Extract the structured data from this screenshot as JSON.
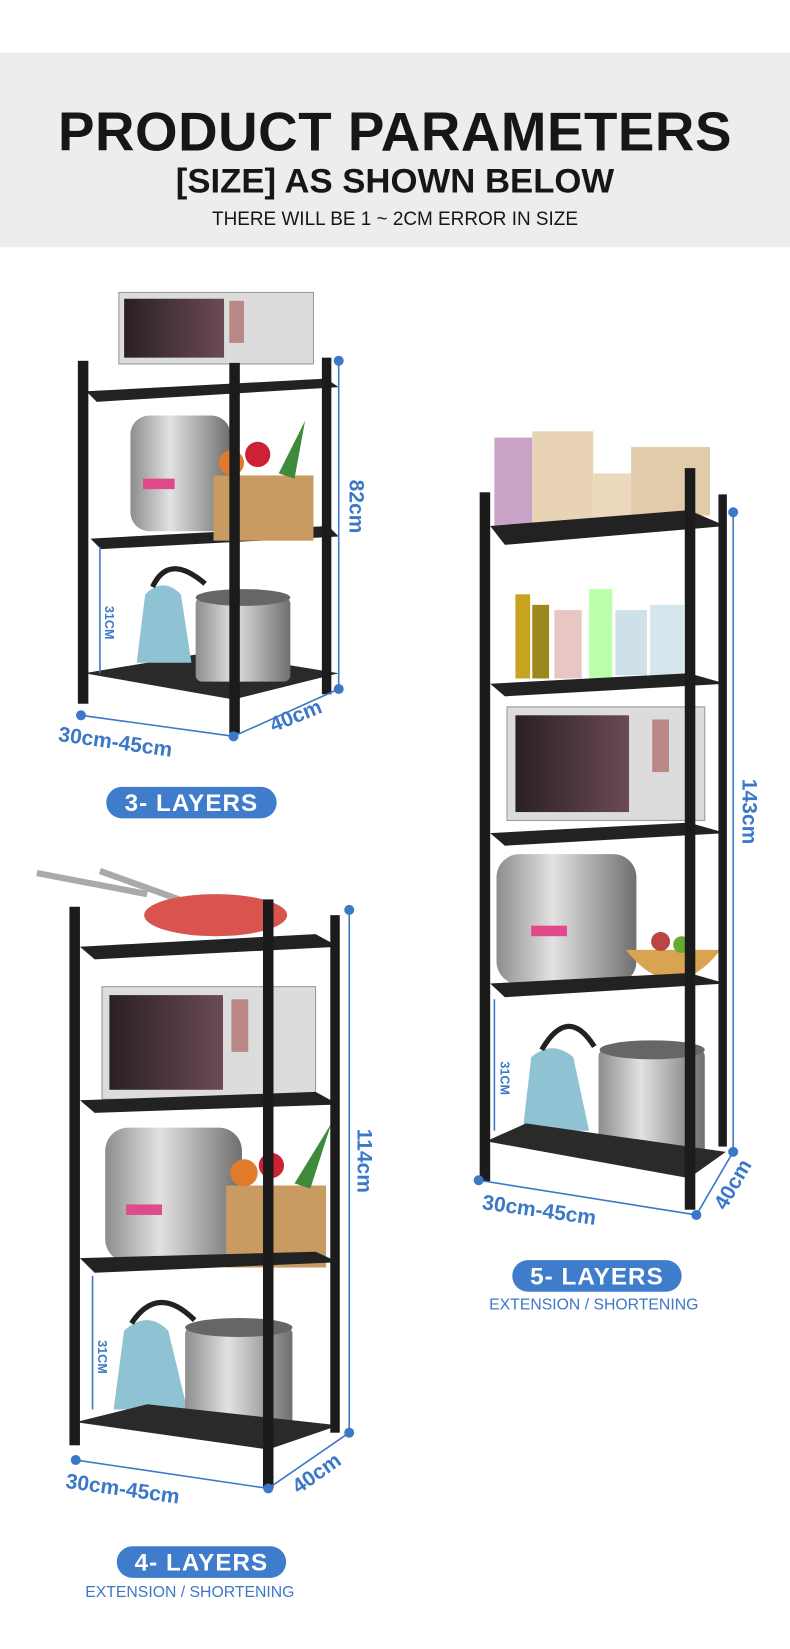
{
  "header": {
    "title": "PRODUCT PARAMETERS",
    "subtitle": "[SIZE] AS SHOWN BELOW",
    "note": "THERE WILL BE 1 ~ 2CM ERROR IN SIZE"
  },
  "racks": [
    {
      "label": "3- LAYERS",
      "height": "82cm",
      "gap": "31CM",
      "width": "30cm-45cm",
      "depth": "40cm"
    },
    {
      "label": "4- LAYERS",
      "subtext": "EXTENSION / SHORTENING",
      "height": "114cm",
      "gap": "31CM",
      "width": "30cm-45cm",
      "depth": "40cm"
    },
    {
      "label": "5- LAYERS",
      "subtext": "EXTENSION / SHORTENING",
      "height": "143cm",
      "gap": "31CM",
      "width": "30cm-45cm",
      "depth": "40cm"
    }
  ],
  "colors": {
    "accent": "#3f7ccc",
    "frame": "#1b1b1b",
    "band": "#ededed"
  }
}
